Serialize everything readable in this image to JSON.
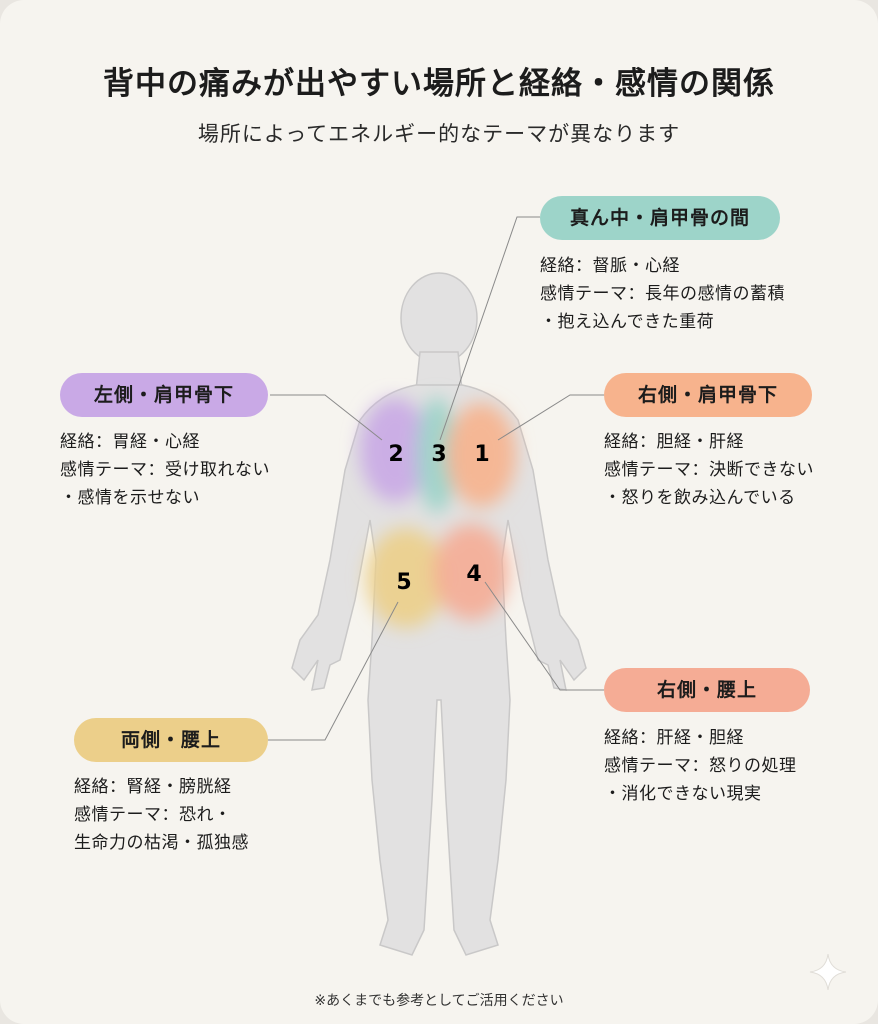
{
  "title": "背中の痛みが出やすい場所と経絡・感情の関係",
  "subtitle": "場所によってエネルギー的なテーマが異なります",
  "areas": [
    {
      "number": "1",
      "label": "右側・肩甲骨下",
      "color": "#f7b38d",
      "lines": [
        "経絡：胆経・肝経",
        "感情テーマ：決断できない",
        "・怒りを飲み込んでいる"
      ]
    },
    {
      "number": "2",
      "label": "左側・肩甲骨下",
      "color": "#c9a9e6",
      "lines": [
        "経絡：胃経・心経",
        "感情テーマ：受け取れない",
        "・感情を示せない"
      ]
    },
    {
      "number": "3",
      "label": "真ん中・肩甲骨の間",
      "color": "#9dd4c9",
      "lines": [
        "経絡：督脈・心経",
        "感情テーマ：長年の感情の蓄積",
        "・抱え込んできた重荷"
      ]
    },
    {
      "number": "4",
      "label": "右側・腰上",
      "color": "#f5ac95",
      "lines": [
        "経絡：肝経・胆経",
        "感情テーマ：怒りの処理",
        "・消化できない現実"
      ]
    },
    {
      "number": "5",
      "label": "両側・腰上",
      "color": "#eccf8a",
      "lines": [
        "経絡：腎経・膀胱経",
        "感情テーマ：恐れ・",
        "生命力の枯渇・孤独感"
      ]
    }
  ],
  "footer": "※あくまでも参考としてご活用ください",
  "icons": {
    "sparkle": "sparkle-icon"
  }
}
